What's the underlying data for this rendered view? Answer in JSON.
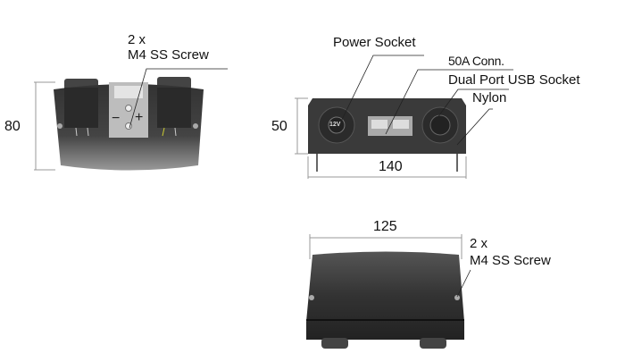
{
  "front_view": {
    "height_dim": "80",
    "screw_label_qty": "2 x",
    "screw_label": "M4 SS Screw",
    "minus_sign": "−",
    "plus_sign": "+"
  },
  "side_view": {
    "height_dim": "50",
    "width_dim": "140",
    "power_socket_label": "Power Socket",
    "conn_label": "50A Conn.",
    "usb_label": "Dual Port USB Socket",
    "material_label": "Nylon",
    "socket_marking": "12V"
  },
  "back_view": {
    "width_dim": "125",
    "screw_label_qty": "2 x",
    "screw_label": "M4 SS Screw"
  },
  "colors": {
    "body": "#3a3a3a",
    "body_light": "#8a8a8a",
    "plate": "#c8c8c8",
    "dim_line": "#999999"
  }
}
